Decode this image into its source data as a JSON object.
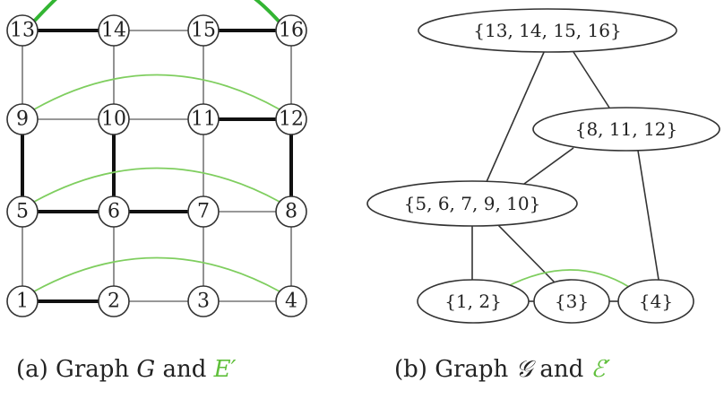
{
  "graph_a": {
    "nodes": [
      "1",
      "2",
      "3",
      "4",
      "5",
      "6",
      "7",
      "8",
      "9",
      "10",
      "11",
      "12",
      "13",
      "14",
      "15",
      "16"
    ]
  },
  "graph_b": {
    "nodes": [
      "{13, 14, 15, 16}",
      "{8, 11, 12}",
      "{5, 6, 7, 9, 10}",
      "{1, 2}",
      "{3}",
      "{4}"
    ]
  },
  "captions": {
    "a": {
      "prefix": "(a) Graph ",
      "symbol": "G",
      "middle": " and ",
      "green": "E′"
    },
    "b": {
      "prefix": "(b) Graph ",
      "symbol": "𝒢",
      "middle": " and ",
      "green": "ℰ′"
    }
  },
  "colors": {
    "green": "#5fbf3a",
    "black": "#111111",
    "gray": "#777777"
  }
}
